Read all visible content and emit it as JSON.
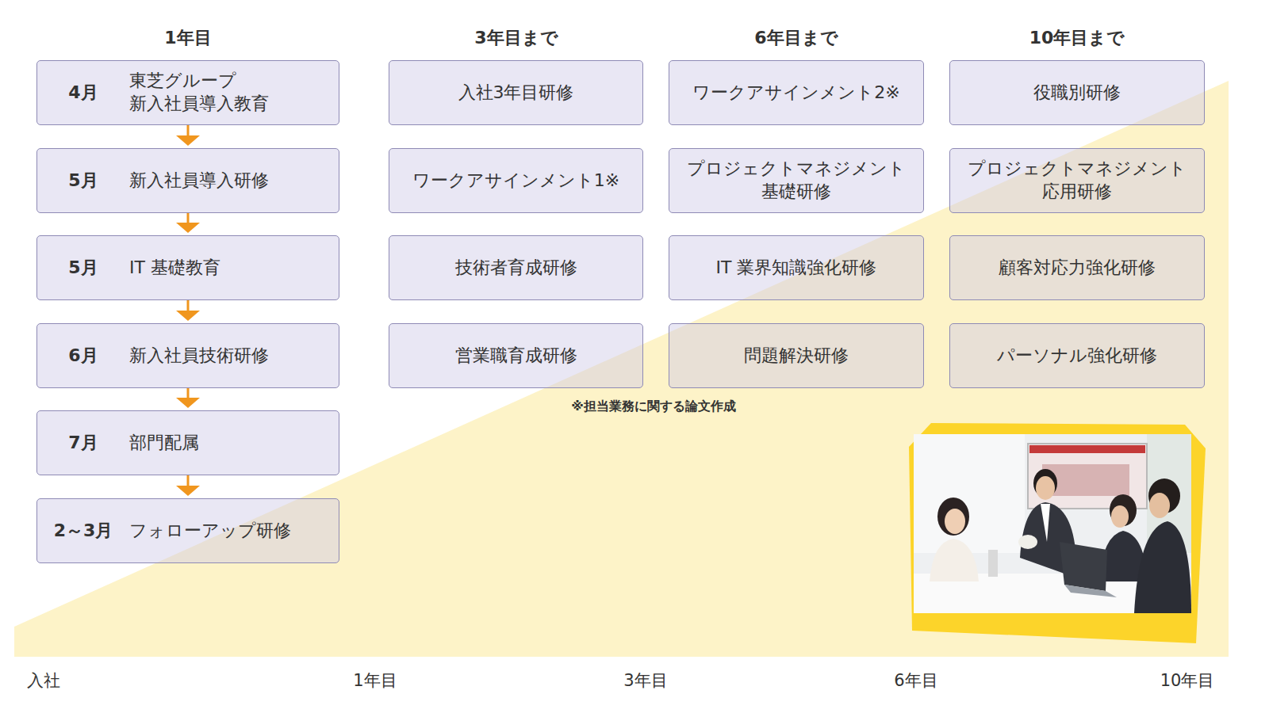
{
  "diagram": {
    "nodes": [
      {
        "text": [
          "4月",
          "東芝グループ 新入社員導入教育"
        ]
      },
      {
        "text": [
          "5月",
          "新入社員導入研修"
        ]
      },
      {
        "text": [
          "5月",
          "IT 基礎教育"
        ]
      },
      {
        "text": [
          "6月",
          "新入社員技術研修"
        ]
      },
      {
        "text": [
          "7月",
          "部門配属"
        ]
      },
      {
        "text": [
          "2～3月",
          "フォローアップ研修"
        ]
      },
      {
        "text": [
          "入社3年目研修"
        ]
      },
      {
        "text": [
          "ワークアサインメント1※"
        ]
      },
      {
        "text": [
          "技術者育成研修"
        ]
      },
      {
        "text": [
          "営業職育成研修"
        ]
      },
      {
        "text": [
          "ワークアサインメント2※"
        ]
      },
      {
        "text": [
          "プロジェクトマネジメント 基礎研修"
        ]
      },
      {
        "text": [
          "IT 業界知識強化研修"
        ]
      },
      {
        "text": [
          "問題解決研修"
        ]
      },
      {
        "text": [
          "役職別研修"
        ]
      },
      {
        "text": [
          "プロジェクトマネジメント 応用研修"
        ]
      },
      {
        "text": [
          "顧客対応力強化研修"
        ]
      },
      {
        "text": [
          "パーソナル強化研修"
        ]
      }
    ],
    "edges": [
      {
        "from": 0,
        "to": 1,
        "arrow": "to"
      },
      {
        "from": 1,
        "to": 2,
        "arrow": "to"
      },
      {
        "from": 2,
        "to": 3,
        "arrow": "to"
      },
      {
        "from": 3,
        "to": 4,
        "arrow": "to"
      },
      {
        "from": 4,
        "to": 5,
        "arrow": "to"
      }
    ],
    "labels": [
      "1年目",
      "3年目まで",
      "6年目まで",
      "10年目まで",
      "※担当業務に関する論文作成",
      "入社",
      "1年目",
      "3年目",
      "6年目",
      "10年目"
    ]
  }
}
